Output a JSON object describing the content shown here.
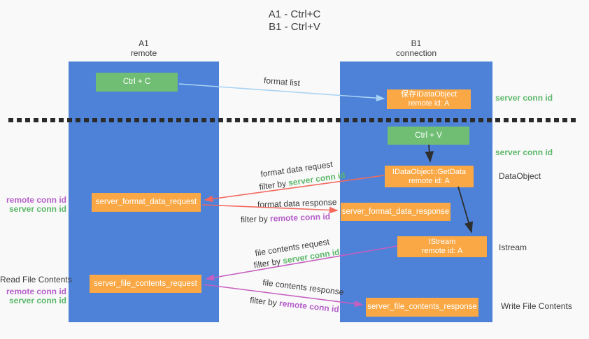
{
  "title": {
    "line1": "A1 - Ctrl+C",
    "line2": "B1 - Ctrl+V"
  },
  "columns": {
    "a": {
      "id": "A1",
      "subtitle": "remote"
    },
    "b": {
      "id": "B1",
      "subtitle": "connection"
    }
  },
  "nodes": {
    "ctrl_c": {
      "label": "Ctrl + C"
    },
    "save_idataobject": {
      "line1": "保存IDataObject",
      "line2": "remote id: A"
    },
    "ctrl_v": {
      "label": "Ctrl + V"
    },
    "getdata": {
      "line1": "IDataObject::GetData",
      "line2": "remote id: A"
    },
    "format_request": {
      "label": "server_format_data_request"
    },
    "format_response": {
      "label": "server_format_data_response"
    },
    "istream": {
      "line1": "IStream",
      "line2": "remote id: A"
    },
    "file_request": {
      "label": "server_file_contents_request"
    },
    "file_response": {
      "label": "server_file_contents_response"
    }
  },
  "edge_labels": {
    "format_list": "format list",
    "format_data_request": "format data request",
    "format_data_response": "format data response",
    "file_contents_request": "file contents request",
    "file_contents_response": "file contents response",
    "filter_by": "filter by",
    "server_conn_id": "server conn id",
    "remote_conn_id": "remote conn id"
  },
  "side_labels": {
    "server_conn_id_top": "server conn id",
    "server_conn_id_mid": "server conn id",
    "dataobject": "DataObject",
    "istream": "Istream",
    "write_file_contents": "Write File Contents",
    "read_file_contents": "Read File Contents",
    "remote_conn_id_format": "remote conn id",
    "server_conn_id_format": "server conn id",
    "remote_conn_id_file": "remote conn id",
    "server_conn_id_file": "server conn id"
  },
  "colors": {
    "bg": "#f9f9f9",
    "column_blue": "#4d82d8",
    "box_green": "#6fbe73",
    "box_orange": "#f9a845",
    "box_text": "#ffffff",
    "text_dark": "#3c3c3c",
    "green_text": "#5cb86a",
    "purple_text": "#b55fc9",
    "arrow_lightblue": "#a9d3f3",
    "arrow_red": "#f4695e",
    "arrow_magenta": "#c55fc0",
    "arrow_black": "#2e2e2e",
    "divider": "#2b2b2b"
  }
}
